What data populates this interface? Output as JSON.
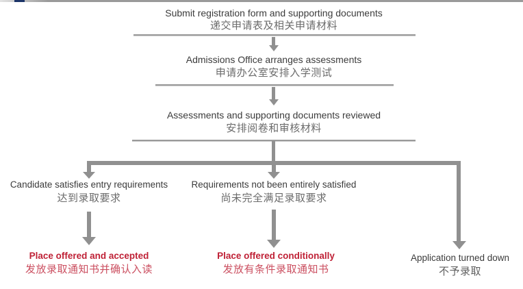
{
  "title": "Admissions application process flowchart",
  "colors": {
    "line_gray": "#909090",
    "separator_gray": "#9a9a9a",
    "text_dark": "#3b3b3b",
    "text_zh_gray": "#6b6b6b",
    "outcome_red": "#bf2136",
    "outcome_red_zh": "#cb4f60",
    "top_accent_blue": "#1c3468"
  },
  "flow": {
    "steps": [
      {
        "en": "Submit registration form and supporting documents",
        "zh": "递交申请表及相关申请材料"
      },
      {
        "en": "Admissions Office arranges assessments",
        "zh": "申请办公室安排入学测试"
      },
      {
        "en": "Assessments and supporting documents reviewed",
        "zh": "安排阅卷和审核材料"
      }
    ],
    "branches": [
      {
        "condition_en": "Candidate satisfies entry requirements",
        "condition_zh": "达到录取要求",
        "outcome_en": "Place offered and accepted",
        "outcome_zh": "发放录取通知书并确认入读",
        "outcome_style": "red"
      },
      {
        "condition_en": "Requirements not been entirely satisfied",
        "condition_zh": "尚未完全满足录取要求",
        "outcome_en": "Place offered conditionally",
        "outcome_zh": "发放有条件录取通知书",
        "outcome_style": "red"
      },
      {
        "condition_en": "",
        "condition_zh": "",
        "outcome_en": "Application turned down",
        "outcome_zh": "不予录取",
        "outcome_style": "dark"
      }
    ]
  }
}
